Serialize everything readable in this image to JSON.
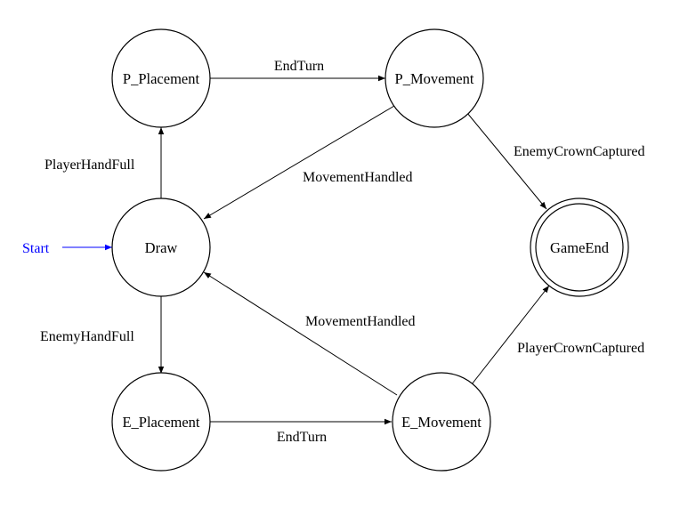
{
  "diagram": {
    "type": "state-machine",
    "states": {
      "p_placement": "P_Placement",
      "p_movement": "P_Movement",
      "draw": "Draw",
      "game_end": "GameEnd",
      "e_placement": "E_Placement",
      "e_movement": "E_Movement"
    },
    "start_label": "Start",
    "transitions": {
      "p_end_turn": "EndTurn",
      "player_hand_full": "PlayerHandFull",
      "p_movement_handled": "MovementHandled",
      "enemy_crown_captured": "EnemyCrownCaptured",
      "enemy_hand_full": "EnemyHandFull",
      "e_movement_handled": "MovementHandled",
      "player_crown_captured": "PlayerCrownCaptured",
      "e_end_turn": "EndTurn"
    },
    "colors": {
      "start": "#0000ff",
      "stroke": "#000000",
      "fill": "#ffffff"
    }
  }
}
